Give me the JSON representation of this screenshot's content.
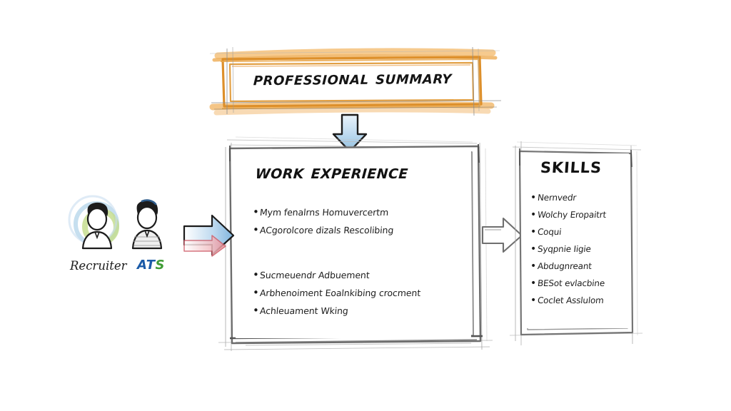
{
  "meta": {
    "style": "hand-drawn sketch diagram",
    "background_color": "#ffffff"
  },
  "summary_banner": {
    "title": "Professional Summary",
    "box_color": "#e8922c",
    "highlight_color": "#f2b35c",
    "icon": "orange-highlighted-box"
  },
  "arrows": {
    "down_arrow": {
      "name": "down-arrow-icon",
      "fill_top": "#cfe4f5",
      "fill_bottom": "#9cc4e4",
      "outline": "#1a1a1a",
      "direction": "down"
    },
    "left_arrow": {
      "name": "right-arrow-icon",
      "fill_top": "#cfe4f5",
      "fill_bottom": "#f0b8bc",
      "outline": "#1a1a1a",
      "direction": "right"
    },
    "right_arrow": {
      "name": "right-arrow-outline-icon",
      "fill": "#ffffff",
      "outline": "#6b6b6b",
      "direction": "right"
    }
  },
  "actors": {
    "recruiter": {
      "label": "Recruiter",
      "icon": "person-avatar-icon",
      "halo_colors": [
        "#aecde4",
        "#bcd97a"
      ],
      "label_color": "#1c1c1c"
    },
    "ats": {
      "label": "ATS",
      "label_parts": {
        "prefix": "AT",
        "suffix": "S"
      },
      "icon": "person-avatar-icon",
      "prefix_color": "#1b5ba8",
      "suffix_color": "#3f9c35"
    }
  },
  "work_experience": {
    "title": "Work Experience",
    "underline_color": "#8cc63f",
    "bullets_group_1": [
      "Mym fenalrns Homuvercertm",
      "ACgorolcore dizals Rescolibing"
    ],
    "filler_note": "faint gray illegible paragraph block",
    "bullets_group_2": [
      "Sucmeuendr Adbuement",
      "Arbhenoiment Eoalnkibing crocment",
      "Achleuament Wking"
    ]
  },
  "skills": {
    "title": "SKILLS",
    "underline_color": "#9a9a9a",
    "bullets": [
      "Nernvedr",
      "Wolchy Eropaitrt",
      "Coqui",
      "Syqpnie Iigie",
      "Abdugnreant",
      "BESot evlacbine",
      "Coclet Asslulom"
    ]
  }
}
